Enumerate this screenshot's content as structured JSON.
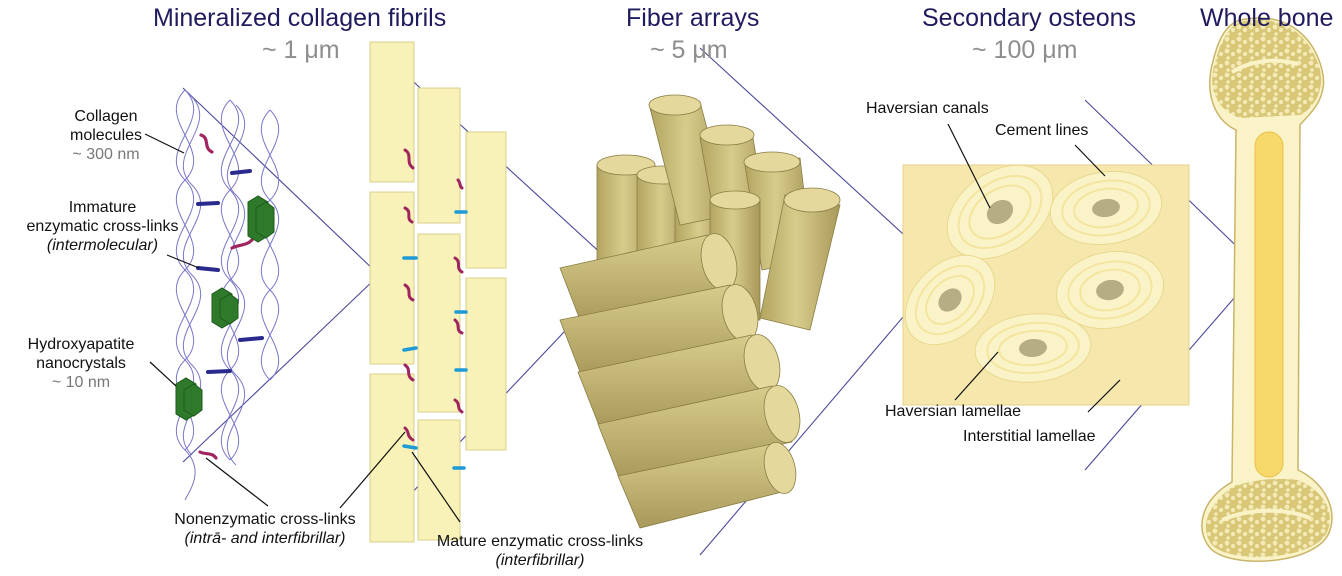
{
  "panels": [
    {
      "title": "Mineralized collagen fibrils",
      "scale": "~ 1 μm"
    },
    {
      "title": "Fiber arrays",
      "scale": "~ 5 μm"
    },
    {
      "title": "Secondary osteons",
      "scale": "~ 100 μm"
    },
    {
      "title": "Whole bone",
      "scale": ""
    }
  ],
  "labels": {
    "collagen": {
      "line1": "Collagen",
      "line2": "molecules",
      "size": "~ 300 nm"
    },
    "immature": {
      "line1": "Immature",
      "line2": "enzymatic cross-links",
      "sub": "(intermolecular)"
    },
    "hydroxyapatite": {
      "line1": "Hydroxyapatite",
      "line2": "nanocrystals",
      "size": "~ 10 nm"
    },
    "nonenzymatic": {
      "line1": "Nonenzymatic cross-links",
      "sub": "(intrā- and interfibrillar)"
    },
    "mature": {
      "line1": "Mature enzymatic cross-links",
      "sub": "(interfibrillar)"
    },
    "haversian_canals": "Haversian canals",
    "cement_lines": "Cement lines",
    "haversian_lamellae": "Haversian lamellae",
    "interstitial_lamellae": "Interstitial lamellae"
  },
  "colors": {
    "title": "#1f1b5e",
    "scale": "#8d8d8d",
    "helix": "#7a78c8",
    "crosslink_immature": "#2a2a8c",
    "crosslink_nonenzymatic": "#a0245e",
    "crosslink_mature": "#1e9ad6",
    "crystal": "#2f7a2a",
    "fibril": "#f8f2b8",
    "fiber": "#cdbf78",
    "osteon_matrix": "#f6e7ad",
    "bone_fill": "#fbf3c8",
    "marrow": "#f7d86a"
  }
}
